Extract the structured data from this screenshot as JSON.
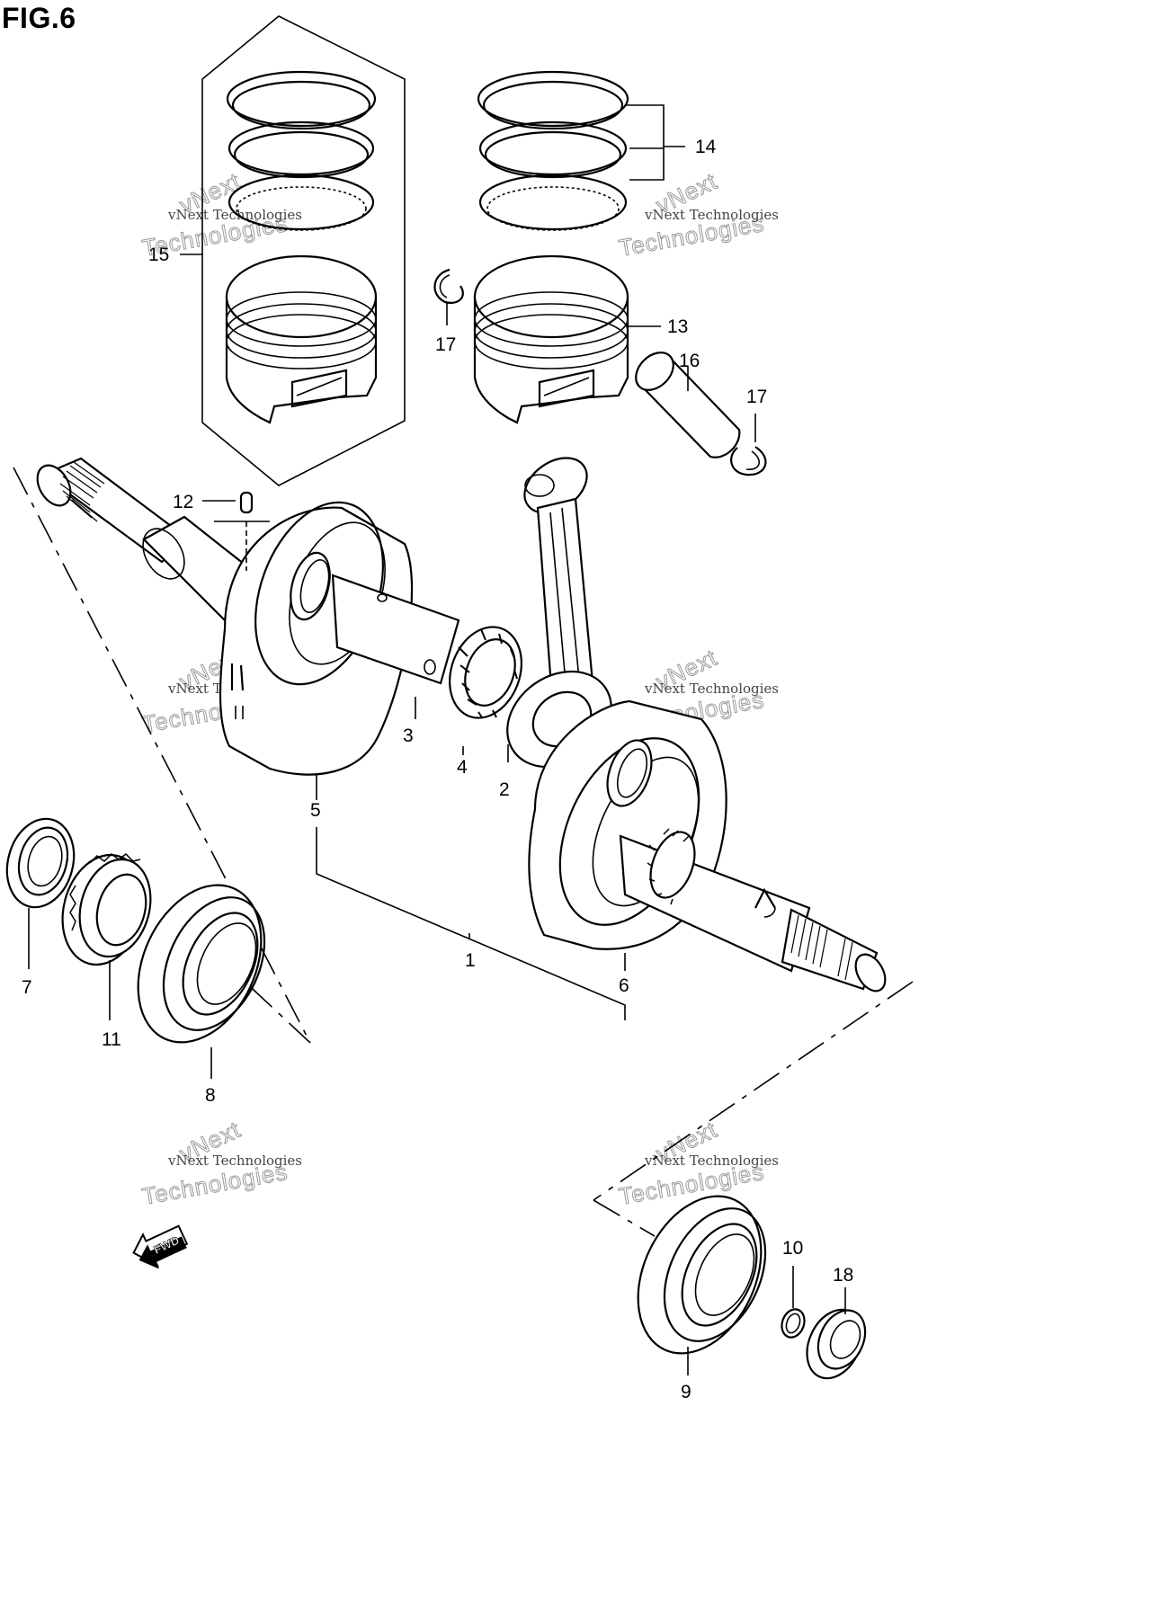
{
  "figure": {
    "title": "FIG.6",
    "fwd_label": "FWD"
  },
  "callouts": {
    "c1": "1",
    "c2": "2",
    "c3": "3",
    "c4": "4",
    "c5": "5",
    "c6": "6",
    "c7": "7",
    "c8": "8",
    "c9": "9",
    "c10": "10",
    "c11": "11",
    "c12": "12",
    "c13": "13",
    "c14": "14",
    "c15": "15",
    "c16": "16",
    "c17a": "17",
    "c17b": "17",
    "c18": "18"
  },
  "watermark": {
    "line1": "vNext Technologies",
    "line2": "Technologies",
    "line3": "vNext"
  }
}
